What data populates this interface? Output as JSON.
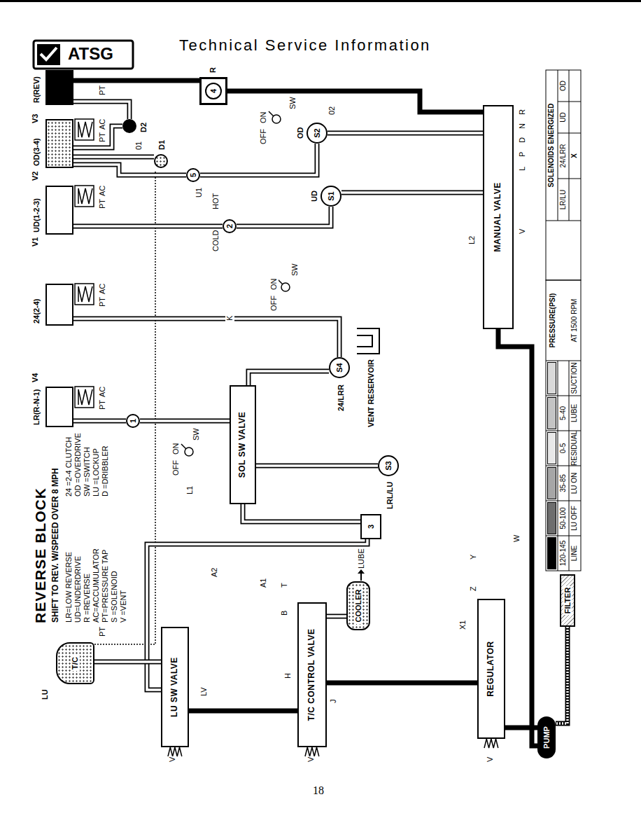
{
  "diagram": {
    "title": "REVERSE BLOCK",
    "nodes": [
      {
        "text": [
          "R(REV)"
        ]
      },
      {
        "text": [
          "OD(3-4)"
        ]
      },
      {
        "text": [
          "UD(1-2-3)"
        ]
      },
      {
        "text": [
          "24(2-4)"
        ]
      },
      {
        "text": [
          "LR(R-N-1)"
        ]
      },
      {
        "text": [
          "1"
        ]
      },
      {
        "text": [
          "D2"
        ]
      },
      {
        "text": [
          "D1"
        ]
      },
      {
        "text": [
          "4"
        ]
      },
      {
        "text": [
          "5"
        ]
      },
      {
        "text": [
          "2"
        ]
      },
      {
        "text": [
          "3"
        ]
      },
      {
        "text": [
          "S2",
          "OD"
        ]
      },
      {
        "text": [
          "S1",
          "UD"
        ]
      },
      {
        "text": [
          "S4",
          "24/LRR"
        ]
      },
      {
        "text": [
          "S3",
          "LRL/LU"
        ]
      },
      {
        "text": [
          "SOL SW VALVE"
        ]
      },
      {
        "text": [
          "MANUAL VALVE"
        ]
      },
      {
        "text": [
          "REGULATOR"
        ]
      },
      {
        "text": [
          "PUMP"
        ]
      },
      {
        "text": [
          "FILTER"
        ]
      },
      {
        "text": [
          "T/C CONTROL VALVE"
        ]
      },
      {
        "text": [
          "LU SW VALVE"
        ]
      },
      {
        "text": [
          "T/C"
        ]
      },
      {
        "text": [
          "COOLER"
        ]
      },
      {
        "text": [
          "VENT RESERVOIR"
        ]
      }
    ],
    "edges": [
      {
        "from": 8,
        "to": 0,
        "arrow": "none"
      },
      {
        "from": 17,
        "to": 8,
        "arrow": "none"
      },
      {
        "from": 0,
        "to": 6,
        "arrow": "none"
      },
      {
        "from": 6,
        "to": 1,
        "arrow": "none"
      },
      {
        "from": 7,
        "to": 1,
        "arrow": "none"
      },
      {
        "from": 12,
        "to": 9,
        "arrow": "none"
      },
      {
        "from": 9,
        "to": 1,
        "arrow": "none"
      },
      {
        "from": 13,
        "to": 10,
        "arrow": "none"
      },
      {
        "from": 10,
        "to": 2,
        "arrow": "none"
      },
      {
        "from": 16,
        "to": 5,
        "arrow": "none"
      },
      {
        "from": 5,
        "to": 4,
        "arrow": "none"
      },
      {
        "from": 14,
        "to": 3,
        "arrow": "none"
      },
      {
        "from": 14,
        "to": 16,
        "arrow": "none"
      },
      {
        "from": 15,
        "to": 16,
        "arrow": "none"
      },
      {
        "from": 16,
        "to": 11,
        "arrow": "none"
      },
      {
        "from": 11,
        "to": 22,
        "arrow": "none"
      },
      {
        "from": 22,
        "to": 23,
        "arrow": "none"
      },
      {
        "from": 19,
        "to": 18,
        "arrow": "none"
      },
      {
        "from": 20,
        "to": 19,
        "arrow": "none"
      },
      {
        "from": 19,
        "to": 17,
        "arrow": "none"
      },
      {
        "from": 18,
        "to": 21,
        "arrow": "none"
      },
      {
        "from": 21,
        "to": 22,
        "arrow": "none"
      },
      {
        "from": 21,
        "to": 24,
        "arrow": "none"
      },
      {
        "from": 17,
        "to": 13,
        "arrow": "none"
      },
      {
        "from": 17,
        "to": 12,
        "arrow": "none"
      }
    ],
    "labels": [
      "ATSG",
      "Technical Service Information",
      "SHIFT TO REV. W/SPEED OVER 8 MPH",
      "LR=LOW REVERSE",
      "UD=UNDERDRIVE",
      "R =REVERSE",
      "AC=ACCUMULATOR",
      "PT=PRESSURE TAP",
      "S =SOLENOID",
      "V =VENT",
      "24 =2-4 CLUTCH",
      "OD =OVERDRIVE",
      "SW =SWITCH",
      "LU =LOCKUP",
      "D =DRIBBLER",
      "V3",
      "V1",
      "V2",
      "V4",
      "PT",
      "PT",
      "AC",
      "PT",
      "AC",
      "PT",
      "AC",
      "PT",
      "AC",
      "PT",
      "LU",
      "R",
      "01",
      "U1",
      "K",
      "L2",
      "L1",
      "02",
      "HOT",
      "COLD",
      "OFF",
      "ON",
      "SW",
      "OFF",
      "ON",
      "SW",
      "OFF",
      "ON",
      "SW",
      "A2",
      "A1",
      "T",
      "B",
      "H",
      "J",
      "LV",
      "X1",
      "Y",
      "Z",
      "W",
      "LUBE",
      "V",
      "V",
      "V",
      "V",
      "L",
      "P",
      "D",
      "N",
      "R",
      "120-145",
      "50-100",
      "35-85",
      "0-5",
      "5-40",
      "PRESSURE(PSI)",
      "AT 1500 RPM",
      "SOLENOIDS ENERGIZED",
      "LR/LU",
      "24/LRR",
      "UD",
      "OD",
      "X",
      "18"
    ],
    "legend": [
      {
        "text": "LINE",
        "color": "#000000"
      },
      {
        "text": "LU OFF",
        "color": "#6e6e6e"
      },
      {
        "text": "LU ON",
        "color": "#a6a6a6"
      },
      {
        "text": "RESIDUAL",
        "color": "#e8e8e8"
      },
      {
        "text": "LUBE",
        "color": "#c4c4c4"
      },
      {
        "text": "SUCTION",
        "color": "#d9d9d9"
      }
    ]
  }
}
